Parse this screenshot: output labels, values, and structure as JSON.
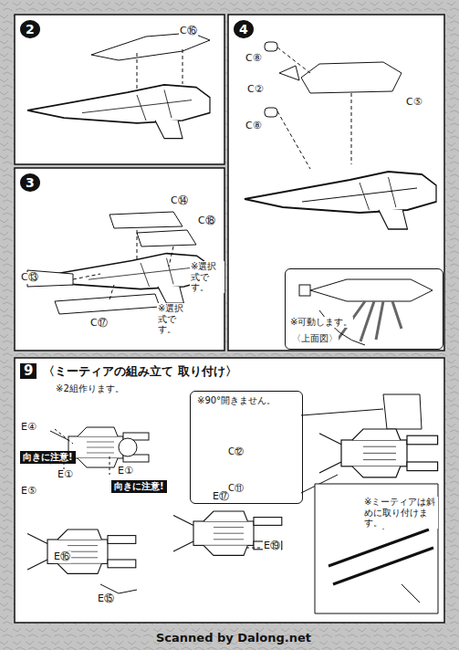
{
  "diagram": {
    "nodes": [
      {
        "text": [
          "9",
          "〈ミーティアの組み立て 取り付け〉"
        ]
      },
      {
        "text": [
          "※可動します。",
          "〈上面図〉"
        ]
      },
      {
        "text": [
          "※90°開きません。",
          "C⑫",
          "C⑪"
        ]
      }
    ],
    "labels": [
      "2",
      "C⑯",
      "3",
      "C⑭",
      "C⑱",
      "C⑬",
      "※選択式です。",
      "C⑰",
      "※選択式です。",
      "4",
      "C⑧",
      "C②",
      "C⑤",
      "C⑧",
      "※2組作ります。",
      "E④",
      "向きに注意!",
      "E①",
      "E⑤",
      "E①",
      "向きに注意!",
      "E⑯",
      "E⑮",
      "E⑰",
      "E⑲",
      "※ミーティアは斜めに取り付けます。",
      "Scanned by Dalong.net"
    ]
  }
}
